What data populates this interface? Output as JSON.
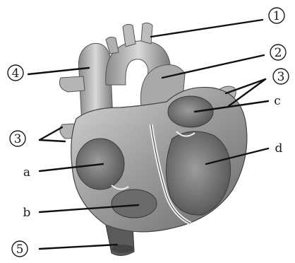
{
  "diagram": {
    "labels": {
      "aorta": "1",
      "pulmonary_artery": "2",
      "pulmonary_veins_left": "3",
      "pulmonary_veins_right": "3",
      "superior_vena_cava": "4",
      "inferior_vena_cava": "5",
      "right_atrium": "a",
      "right_ventricle": "b",
      "left_atrium": "c",
      "left_ventricle": "d"
    },
    "colors": {
      "tissue_light": "#c9c9c9",
      "tissue_mid": "#8f8f8f",
      "tissue_dark": "#4a4a4a",
      "line": "#111111"
    }
  }
}
